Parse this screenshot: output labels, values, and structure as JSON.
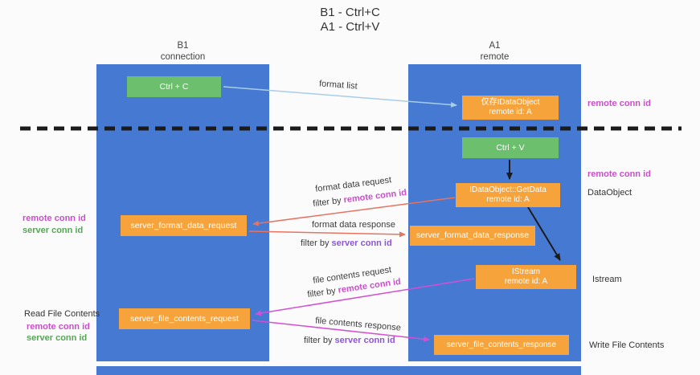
{
  "title": {
    "line1": "B1 - Ctrl+C",
    "line2": "A1 - Ctrl+V"
  },
  "lanes": {
    "left": {
      "name": "B1",
      "subtitle": "connection"
    },
    "right": {
      "name": "A1",
      "subtitle": "remote"
    }
  },
  "nodes": {
    "ctrl_c": "Ctrl + C",
    "ctrl_v": "Ctrl + V",
    "remote_idataobject": {
      "line1": "仅存IDataObject",
      "line2": "remote id: A"
    },
    "getdata": {
      "line1": "IDataObject::GetData",
      "line2": "remote id: A"
    },
    "istream": {
      "line1": "IStream",
      "line2": "remote id: A"
    },
    "server_format_data_request": "server_format_data_request",
    "server_format_data_response": "server_format_data_response",
    "server_file_contents_request": "server_file_contents_request",
    "server_file_contents_response": "server_file_contents_response"
  },
  "arrow_labels": {
    "format_list": "format list",
    "format_data_request": "format data request",
    "format_data_response": "format data response",
    "file_contents_request": "file contents request",
    "file_contents_response": "file contents response",
    "filter_prefix": "filter by ",
    "remote_conn_id": "remote conn id",
    "server_conn_id": "server conn id"
  },
  "side_labels": {
    "right_remote_conn_id_top": "remote conn id",
    "right_remote_conn_id_mid": "remote conn id",
    "dataobject": "DataObject",
    "istream": "Istream",
    "write_file_contents": "Write File Contents",
    "left_remote_conn_id_top": "remote conn id",
    "left_server_conn_id_top": "server conn id",
    "read_file_contents": "Read File Contents",
    "left_remote_conn_id_bottom": "remote conn id",
    "left_server_conn_id_bottom": "server conn id"
  },
  "colors": {
    "lane_blue": "#4679D2",
    "box_green": "#6CBF6C",
    "box_orange": "#F6A33B",
    "remote_conn_magenta": "#C94FC9",
    "server_conn_green": "#56A556",
    "filter_server_purple": "#8D57D1",
    "arrow_salmon": "#E8735E",
    "arrow_magenta": "#D44FD4",
    "arrow_light_blue": "#A8CDE9",
    "arrow_black": "#1B1B1B"
  }
}
